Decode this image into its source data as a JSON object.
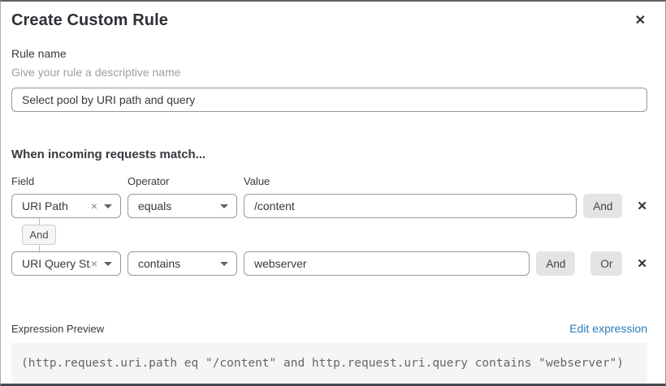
{
  "dialog": {
    "title": "Create Custom Rule",
    "close_icon": "✕"
  },
  "rule_name": {
    "label": "Rule name",
    "hint": "Give your rule a descriptive name",
    "value": "Select pool by URI path and query"
  },
  "matcher": {
    "heading": "When incoming requests match...",
    "columns": {
      "field": "Field",
      "operator": "Operator",
      "value": "Value"
    },
    "rows": [
      {
        "field": "URI Path",
        "operator": "equals",
        "value": "/content",
        "and_button": "And",
        "clear_icon": "×",
        "delete_icon": "✕"
      },
      {
        "field": "URI Query St...",
        "operator": "contains",
        "value": "webserver",
        "and_button": "And",
        "or_button": "Or",
        "clear_icon": "×",
        "delete_icon": "✕"
      }
    ],
    "connector_label": "And"
  },
  "expression": {
    "label": "Expression Preview",
    "edit_link": "Edit expression",
    "code": "(http.request.uri.path eq \"/content\" and http.request.uri.query contains \"webserver\")"
  },
  "colors": {
    "link": "#2c7bb8",
    "button_bg": "#e4e4e4",
    "code_bg": "#f5f5f5",
    "input_border": "#92989e"
  }
}
